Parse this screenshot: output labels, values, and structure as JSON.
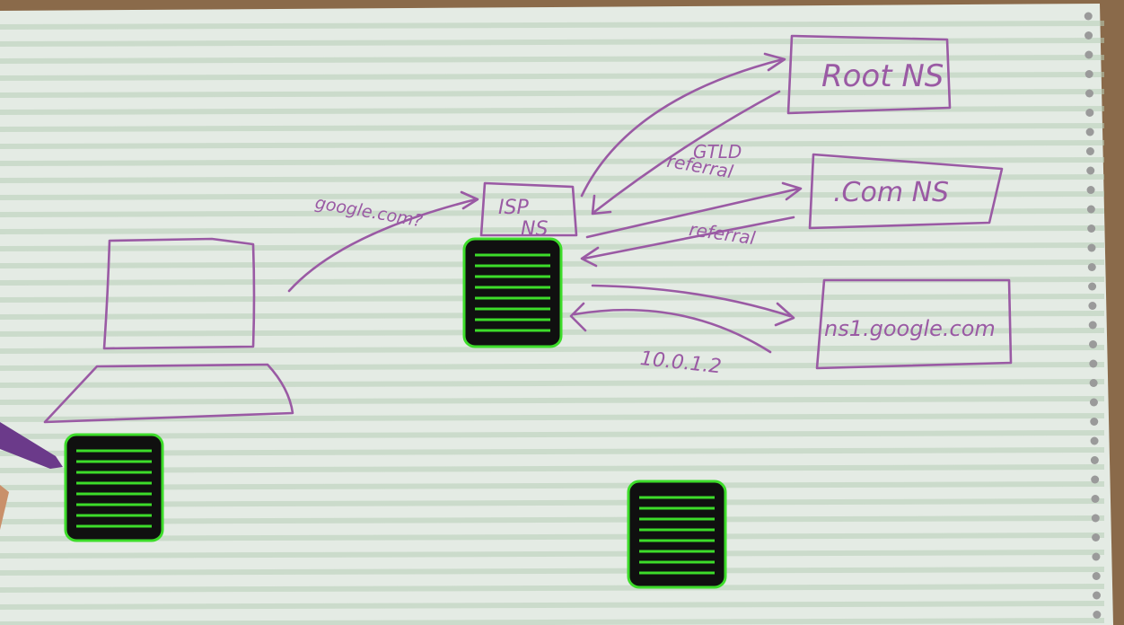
{
  "diagram": {
    "labels": {
      "root_ns": "Root NS",
      "com_ns": ".Com NS",
      "ns1": "ns1.google.com",
      "isp_line1": "ISP",
      "isp_line2": "NS",
      "query": "google.com?",
      "gtld_line1": "GTLD",
      "gtld_line2": "referral",
      "referral": "referral",
      "ip": "10.0.1.2"
    },
    "colors": {
      "paper": "#e4ebe4",
      "rule_line": "#b8cfb8",
      "ink": "#9a5aa4",
      "server_fill": "#101010",
      "server_accent": "#3ddc2a"
    },
    "icons": [
      "laptop-drawing",
      "server-icon",
      "pen-icon",
      "binder-holes"
    ]
  }
}
